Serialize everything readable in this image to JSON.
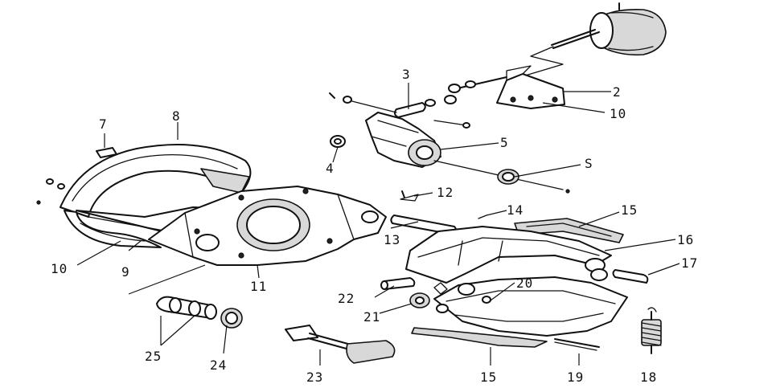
{
  "labels": {
    "l2": "2",
    "l3": "3",
    "l4": "4",
    "l5": "5",
    "l7": "7",
    "l8": "8",
    "l9": "9",
    "l10a": "10",
    "l10b": "10",
    "l11": "11",
    "l12": "12",
    "l13": "13",
    "l14": "14",
    "l15a": "15",
    "l15b": "15",
    "l16": "16",
    "l17": "17",
    "l18": "18",
    "l19": "19",
    "l20": "20",
    "l21": "21",
    "l22": "22",
    "l23": "23",
    "l24": "24",
    "l25": "25",
    "lS": "S"
  }
}
